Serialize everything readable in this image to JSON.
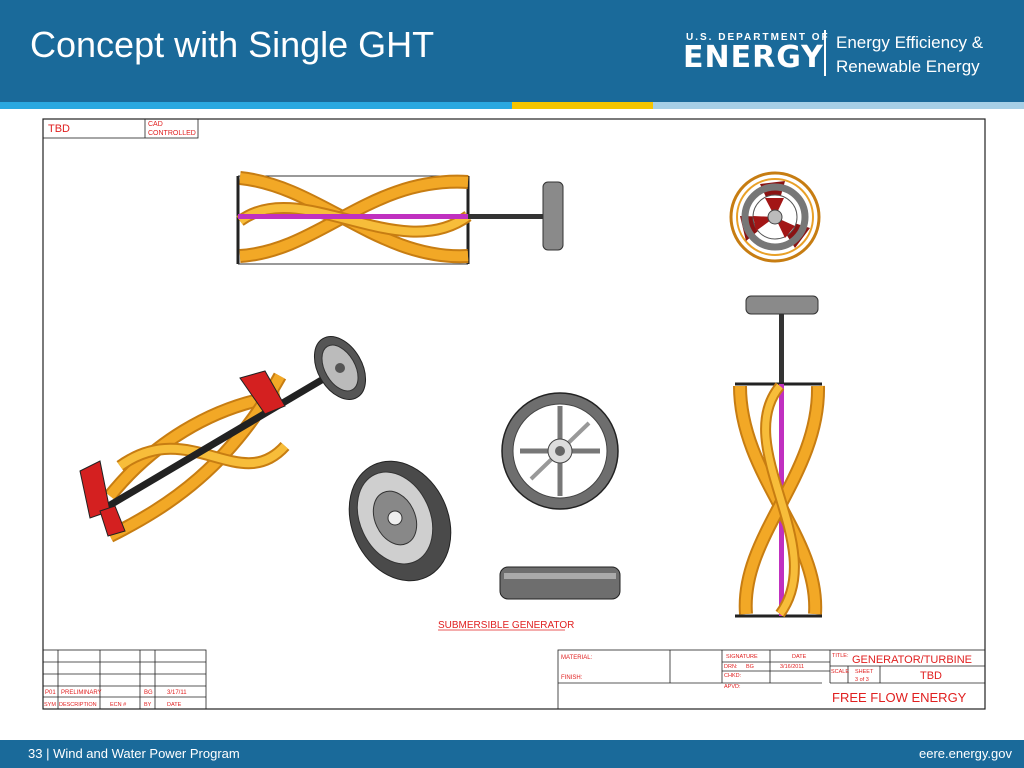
{
  "slide": {
    "title": "Concept with Single GHT",
    "page_number": "33",
    "footer_program": "Wind and Water Power Program",
    "footer_url": "eere.energy.gov"
  },
  "logo": {
    "doe_small": "U.S. DEPARTMENT OF",
    "doe_big": "ENERGY",
    "office_line1": "Energy Efficiency &",
    "office_line2": "Renewable Energy"
  },
  "drawing": {
    "top_left_tag": "TBD",
    "cad_tag_line1": "CAD",
    "cad_tag_line2": "CONTROLLED",
    "caption": "SUBMERSIBLE GENERATOR",
    "title_block": {
      "material_label": "MATERIAL:",
      "finish_label": "FINISH:",
      "signature_label": "SIGNATURE",
      "date_label": "DATE",
      "drn_label": "DRN:",
      "drn_value": "BG",
      "drn_date": "3/16/2011",
      "chkd_label": "CHKD:",
      "apvd_label": "APVD:",
      "title_label": "TITLE:",
      "title_value": "GENERATOR/TURBINE",
      "scale_label": "SCALE",
      "sheet_label": "SHEET",
      "sheet_value": "3 of 3",
      "scale_value": "TBD",
      "company": "FREE FLOW ENERGY"
    },
    "revision_block": {
      "rev": "P01",
      "description": "PRELIMINARY",
      "by": "BG",
      "date": "3/17/11",
      "sym_header": "SYM",
      "desc_header": "DESCRIPTION",
      "ecn_header": "ECN #",
      "by_header": "BY",
      "date_header": "DATE"
    }
  },
  "colors": {
    "header_bg": "#1a6a9a",
    "band_blue": "#2aa8e0",
    "band_yellow": "#f5c400",
    "band_light_blue": "#a6cfe6",
    "blade_orange": "#f0a020",
    "shaft_magenta": "#c030c0",
    "drawing_red": "#e02020",
    "strut_red": "#b01818",
    "wheel_gray": "#8a8a8a"
  }
}
